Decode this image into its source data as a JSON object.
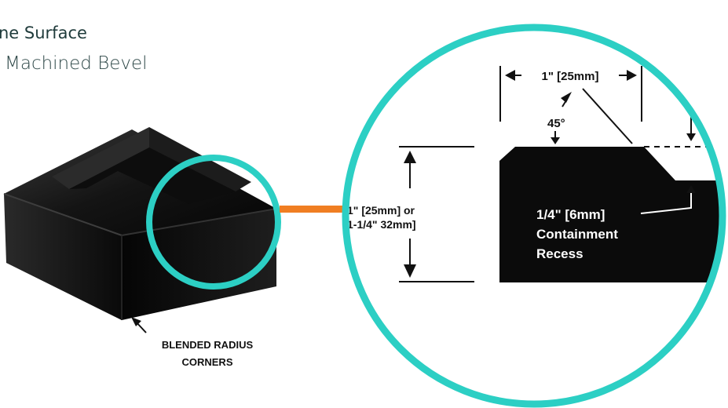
{
  "header": {
    "line1": "ne Surface",
    "line2": "Machined Bevel"
  },
  "callouts": {
    "blended_line1": "BLENDED RADIUS",
    "blended_line2": "CORNERS",
    "width_dim": "1\" [25mm]",
    "angle": "45°",
    "height_line1": "1\" [25mm]  or",
    "height_line2": "1-1/4\" 32mm]",
    "recess_line1": "1/4\" [6mm]",
    "recess_line2": "Containment",
    "recess_line3": "Recess"
  },
  "colors": {
    "circle": "#2ccfc4",
    "connector": "#f07e22",
    "block": "#0b0b0b"
  }
}
